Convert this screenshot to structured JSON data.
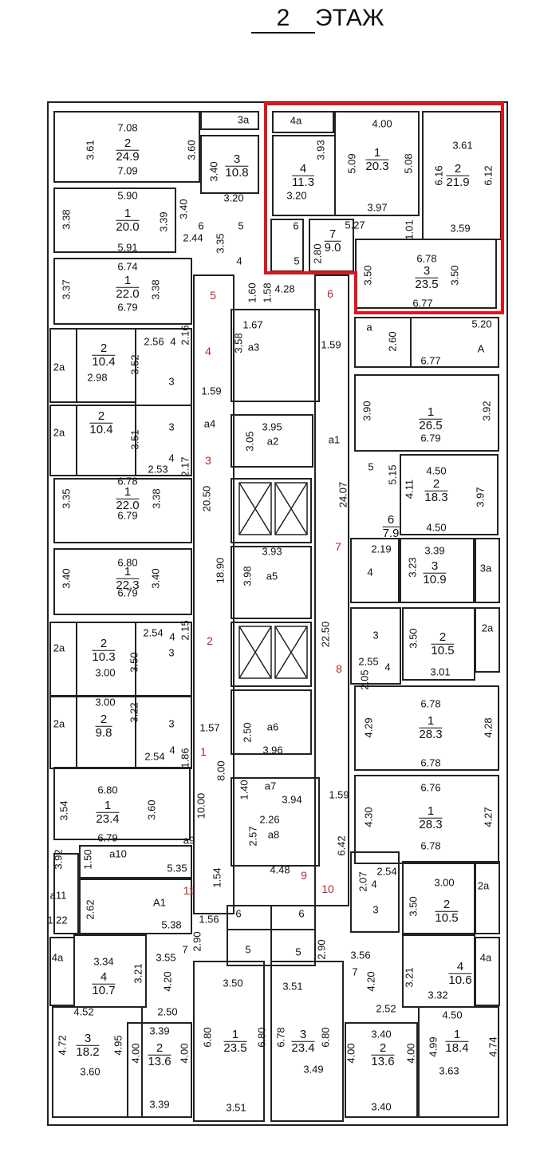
{
  "title": {
    "floor": "2",
    "label": "ЭТАЖ"
  },
  "colors": {
    "highlight": "#e0141e",
    "walls": "#222222",
    "markers": "#b22a2a"
  },
  "rooms": [
    {
      "num": "2",
      "area": "24.9"
    },
    {
      "num": "1",
      "area": "20.0"
    },
    {
      "num": "1",
      "area": "22.0"
    },
    {
      "num": "3",
      "area": "10.8"
    },
    {
      "num": "2",
      "area": "10.4"
    },
    {
      "num": "2",
      "area": "10.4"
    },
    {
      "num": "1",
      "area": "22.0"
    },
    {
      "num": "1",
      "area": "22.3"
    },
    {
      "num": "2",
      "area": "10.3"
    },
    {
      "num": "2",
      "area": "9.8"
    },
    {
      "num": "1",
      "area": "23.4"
    },
    {
      "num": "4",
      "area": "10.7"
    },
    {
      "num": "3",
      "area": "18.2"
    },
    {
      "num": "2",
      "area": "13.6"
    },
    {
      "num": "1",
      "area": "23.5"
    },
    {
      "num": "3",
      "area": "23.4"
    },
    {
      "num": "2",
      "area": "13.6"
    },
    {
      "num": "1",
      "area": "18.4"
    },
    {
      "num": "4",
      "area": "10.6"
    },
    {
      "num": "2",
      "area": "10.5"
    },
    {
      "num": "1",
      "area": "28.3"
    },
    {
      "num": "1",
      "area": "28.3"
    },
    {
      "num": "2",
      "area": "10.5"
    },
    {
      "num": "3",
      "area": "10.9"
    },
    {
      "num": "2",
      "area": "18.3"
    },
    {
      "num": "1",
      "area": "26.5"
    },
    {
      "num": "6",
      "area": "7.9"
    },
    {
      "num": "4",
      "area": "11.3"
    },
    {
      "num": "1",
      "area": "20.3"
    },
    {
      "num": "2",
      "area": "21.9"
    },
    {
      "num": "7",
      "area": "9.0"
    },
    {
      "num": "3",
      "area": "23.5"
    }
  ],
  "labels": [
    "7.08",
    "7.09",
    "3.61",
    "3.60",
    "5.90",
    "5.91",
    "3.38",
    "3.39",
    "3.40",
    "6",
    "2.44",
    "3.35",
    "6.74",
    "6.79",
    "3.37",
    "3.38",
    "3.40",
    "3.20",
    "3a",
    "5",
    "4",
    "1.60",
    "1.58",
    "4.28",
    "4a",
    "3.93",
    "3.20",
    "4.00",
    "5.09",
    "5.08",
    "3.97",
    "3.61",
    "6.16",
    "6.12",
    "3.59",
    "5.27",
    "1.01",
    "6",
    "5",
    "2.80",
    "6.78",
    "3.50",
    "3.50",
    "6.77",
    "1.67",
    "a3",
    "3.58",
    "1.59",
    "a",
    "2.60",
    "5.20",
    "A",
    "2.56",
    "4",
    "2.16",
    "2.98",
    "3.52",
    "1.59",
    "3",
    "3",
    "a4",
    "3.51",
    "2.53",
    "4",
    "2.17",
    "20.50",
    "3.95",
    "a2",
    "3.05",
    "a1",
    "24.07",
    "6.78",
    "6.79",
    "3.35",
    "3.38",
    "18.90",
    "3.93",
    "3.98",
    "a5",
    "22.50",
    "6.80",
    "6.79",
    "3.40",
    "3.40",
    "2a",
    "2a",
    "2a",
    "2a",
    "2.54",
    "4",
    "2.15",
    "3.00",
    "3.50",
    "3",
    "3",
    "3.00",
    "3.22",
    "2.54",
    "4",
    "1.86",
    "1.57",
    "2.50",
    "a6",
    "3.96",
    "8.00",
    "1.40",
    "a7",
    "3.94",
    "1.59",
    "2.26",
    "a8",
    "2.57",
    "4.48",
    "6.42",
    "10.00",
    "a9",
    "6.80",
    "6.79",
    "3.54",
    "3.60",
    "3.92",
    "a10",
    "1.50",
    "5.35",
    "a11",
    "2.62",
    "A1",
    "1.22",
    "5.38",
    "1.54",
    "1.56",
    "6",
    "6",
    "7",
    "2.90",
    "5",
    "5",
    "2.90",
    "3.56",
    "7",
    "6.77",
    "6.79",
    "3.90",
    "3.92",
    "5",
    "5.15",
    "4.11",
    "4.50",
    "4.50",
    "3.97",
    "2.19",
    "3.39",
    "3.23",
    "3a",
    "4",
    "3",
    "3.50",
    "2a",
    "2.55",
    "4",
    "2.05",
    "3.01",
    "6.78",
    "6.78",
    "4.29",
    "4.28",
    "6.76",
    "6.78",
    "4.30",
    "4.27",
    "2.07",
    "2.54",
    "4",
    "3",
    "3.00",
    "3.50",
    "2a",
    "3.34",
    "3.21",
    "4a",
    "3.55",
    "4.20",
    "2.50",
    "4.52",
    "4.72",
    "4.95",
    "3.60",
    "3.39",
    "4.00",
    "4.00",
    "3.39",
    "3.50",
    "6.80",
    "6.80",
    "3.51",
    "3.51",
    "6.78",
    "6.80",
    "3.49",
    "4.20",
    "2.52",
    "3.40",
    "4.00",
    "4.00",
    "3.40",
    "3.21",
    "3.32",
    "4a",
    "4.50",
    "4.99",
    "3.63",
    "4.74"
  ],
  "markers": [
    "5",
    "6",
    "4",
    "3",
    "7",
    "2",
    "8",
    "1",
    "9",
    "11",
    "10"
  ]
}
